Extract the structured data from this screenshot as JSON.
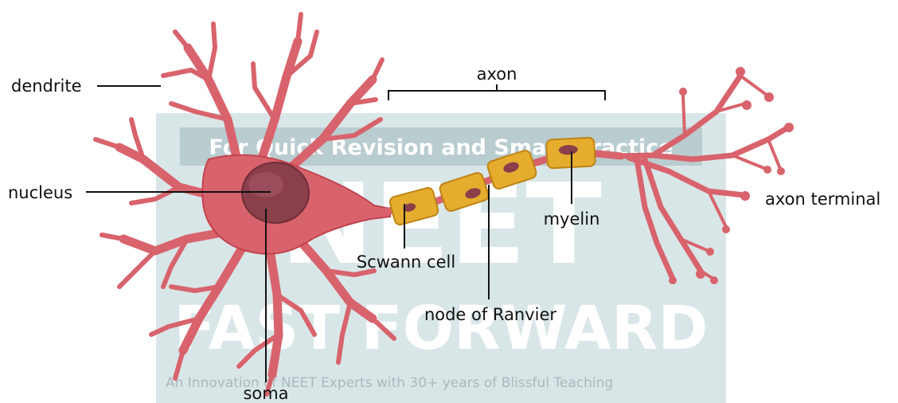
{
  "labels": {
    "dendrite": "dendrite",
    "nucleus": "nucleus",
    "soma": "soma",
    "axon": "axon",
    "axon_terminal": "axon terminal",
    "myelin": "myelin",
    "schwann_cell": "Scwann cell",
    "node_of_ranvier": "node of Ranvier"
  },
  "watermark": {
    "banner": "For Quick Revision and Smart Practice",
    "line1": "NEET",
    "line2": "FAST FORWARD",
    "tagline": "An Innovation of NEET Experts with 30+ years of Blissful Teaching"
  },
  "colors": {
    "neuron_fill": "#d8636c",
    "neuron_stroke": "#c2434e",
    "nucleus": "#8a3f4a",
    "myelin": "#e6ac2e",
    "myelin_stroke": "#bd8416",
    "watermark_bg": "#c6d9dc"
  }
}
